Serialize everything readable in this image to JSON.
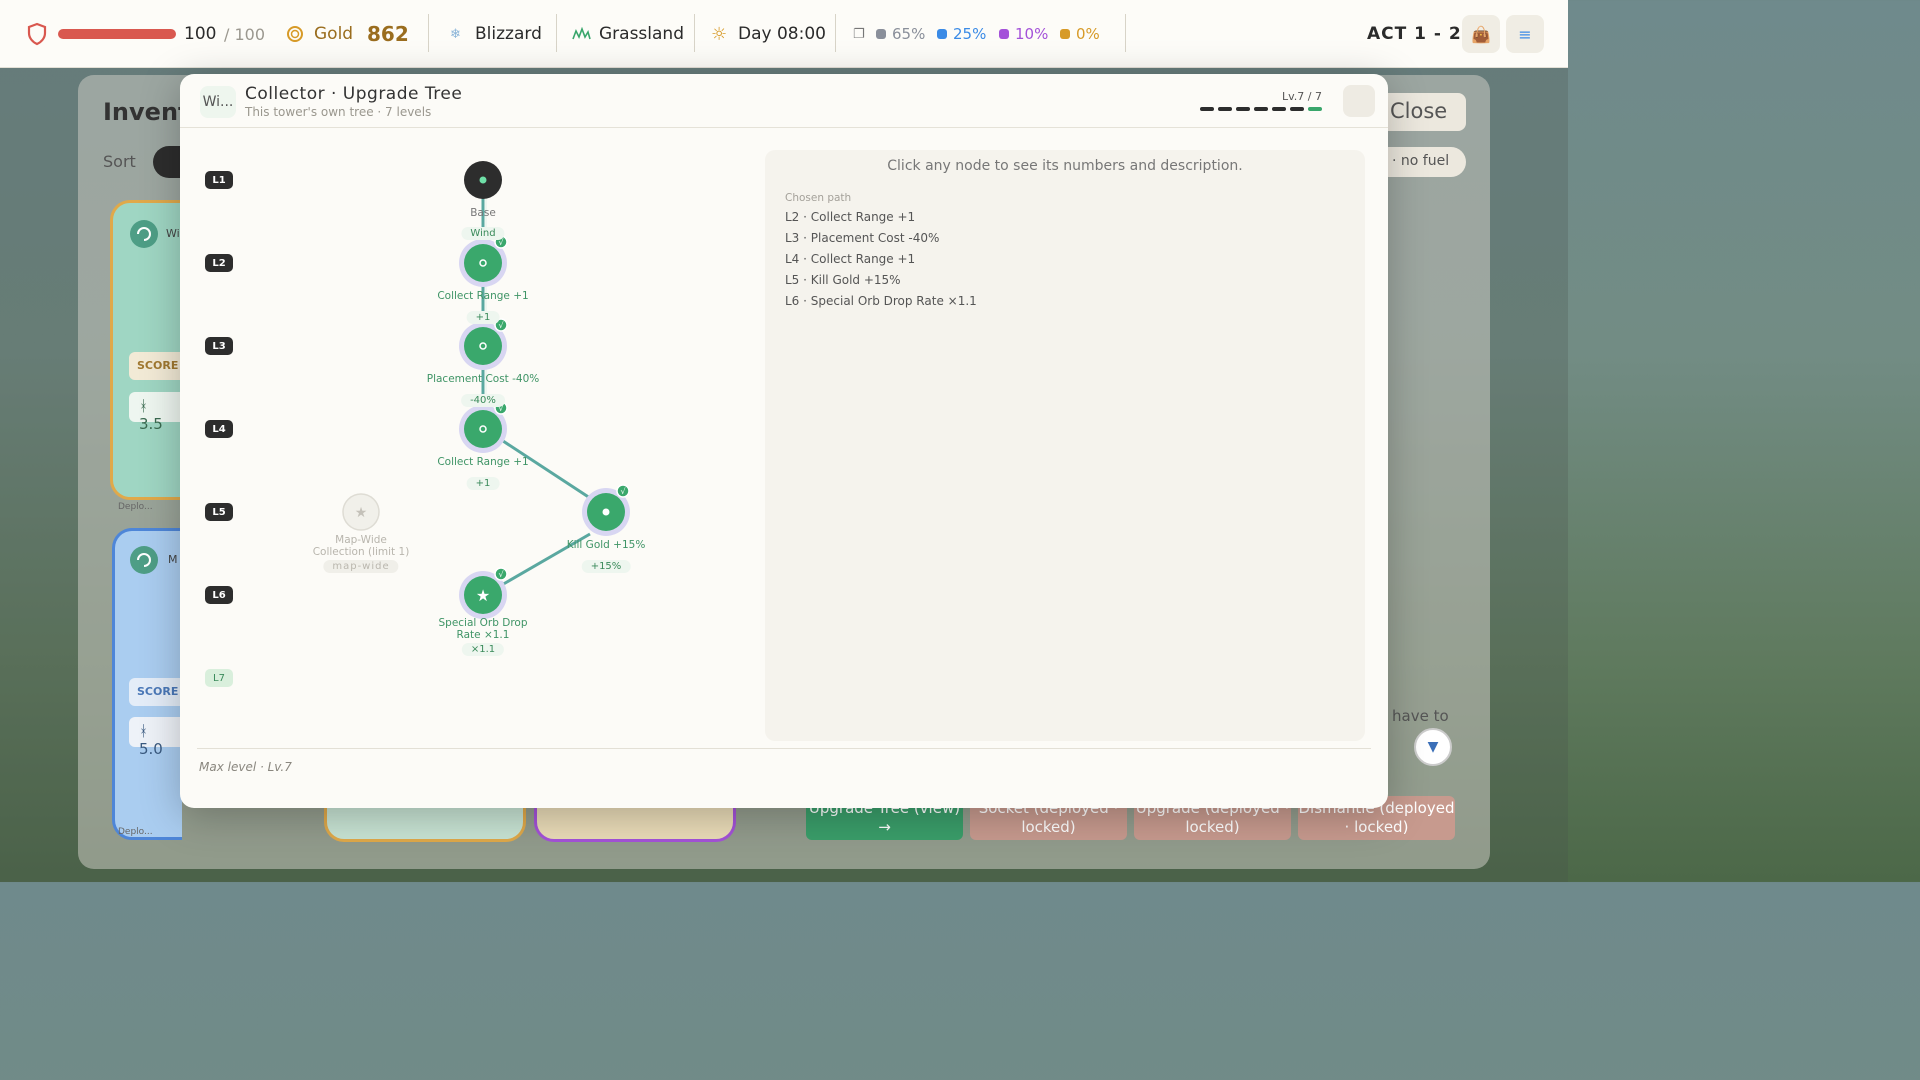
{
  "hud": {
    "hp_current": "100",
    "hp_max": "/ 100",
    "hp_fraction": 1.0,
    "gold_label": "Gold",
    "gold_value": "862",
    "weather": "Blizzard",
    "biome": "Grassland",
    "time": "Day 08:00",
    "rates": [
      {
        "value": "65%",
        "color": "#8a8f9a"
      },
      {
        "value": "25%",
        "color": "#3b8be6"
      },
      {
        "value": "10%",
        "color": "#a452d9"
      },
      {
        "value": "0%",
        "color": "#d79a27"
      }
    ],
    "act": "ACT 1 - 2",
    "icons": {
      "hp": "shield-icon",
      "gold": "coin-icon",
      "weather": "snowflake-icon",
      "biome": "grass-icon",
      "time": "sun-icon",
      "rates": "cards-icon",
      "bag": "bag-icon",
      "menu": "menu-icon"
    }
  },
  "background": {
    "title": "Invent",
    "sort_label": "Sort",
    "close_label": "Close",
    "fuel_label": "· no fuel",
    "score_label": "SCORE",
    "card_a_label": "Wi",
    "card_b_label": "M",
    "score_a": "3.5",
    "score_b": "5.0",
    "deploy_label": "Deplo...",
    "note": "have to",
    "buttons": [
      {
        "label": "Upgrade Tree (view) →",
        "color": "#3a9e6a"
      },
      {
        "label": "Socket (deployed · locked)",
        "color": "#c79a8e"
      },
      {
        "label": "Upgrade (deployed · locked)",
        "color": "#c79a8e"
      },
      {
        "label": "Dismantle (deployed · locked)",
        "color": "#c79a8e"
      }
    ]
  },
  "modal": {
    "badge": "Wi...",
    "title": "Collector · Upgrade Tree",
    "subtitle": "This tower's own tree · 7 levels",
    "level_text": "Lv.7 / 7",
    "level_current": 7,
    "level_max": 7,
    "levels": [
      "L1",
      "L2",
      "L3",
      "L4",
      "L5",
      "L6",
      "L7"
    ],
    "nodes": [
      {
        "id": "base",
        "label": "Base",
        "pill": "Wind"
      },
      {
        "id": "l2",
        "label": "Collect Range +1",
        "pill": "+1"
      },
      {
        "id": "l3",
        "label": "Placement Cost -40%",
        "pill": "-40%"
      },
      {
        "id": "l4",
        "label": "Collect Range +1",
        "pill": "+1"
      },
      {
        "id": "l5",
        "label": "Kill Gold +15%",
        "pill": "+15%"
      },
      {
        "id": "l6",
        "label": "Special Orb Drop Rate ×1.1",
        "pill": "×1.1"
      },
      {
        "id": "alt",
        "label": "Map-Wide Collection (limit 1)",
        "pill": "map-wide"
      }
    ],
    "details_hint": "Click any node to see its numbers and description.",
    "chosen_path_label": "Chosen path",
    "chosen_path": [
      "L2 · Collect Range +1",
      "L3 · Placement Cost -40%",
      "L4 · Collect Range +1",
      "L5 · Kill Gold +15%",
      "L6 · Special Orb Drop Rate ×1.1"
    ],
    "footer": "Max level · Lv.7"
  }
}
